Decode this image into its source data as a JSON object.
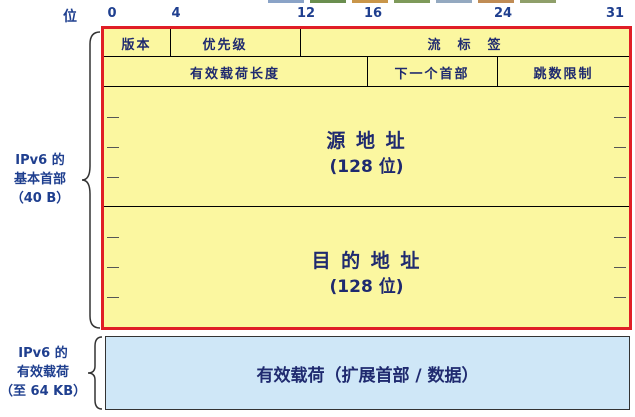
{
  "top_label": "位",
  "bits": [
    "0",
    "4",
    "12",
    "16",
    "24",
    "31"
  ],
  "header": {
    "version": "版本",
    "priority": "优先级",
    "flow_label": "流　标　签",
    "payload_length": "有效载荷长度",
    "next_header": "下一个首部",
    "hop_limit": "跳数限制",
    "source_line1": "源 地 址",
    "source_line2": "(128 位)",
    "dest_line1": "目 的 地 址",
    "dest_line2": "(128 位)"
  },
  "payload": "有效载荷（扩展首部 / 数据）",
  "side_header": [
    "IPv6 的",
    "基本首部",
    "（40 B）"
  ],
  "side_payload": [
    "IPv6 的",
    "有效载荷",
    "（至 64 KB）"
  ],
  "colors": {
    "header_fill": "#fbf7a0",
    "payload_fill": "#cfe7f7",
    "highlight_border": "#e01e26",
    "label_text": "#1f3f8f"
  }
}
